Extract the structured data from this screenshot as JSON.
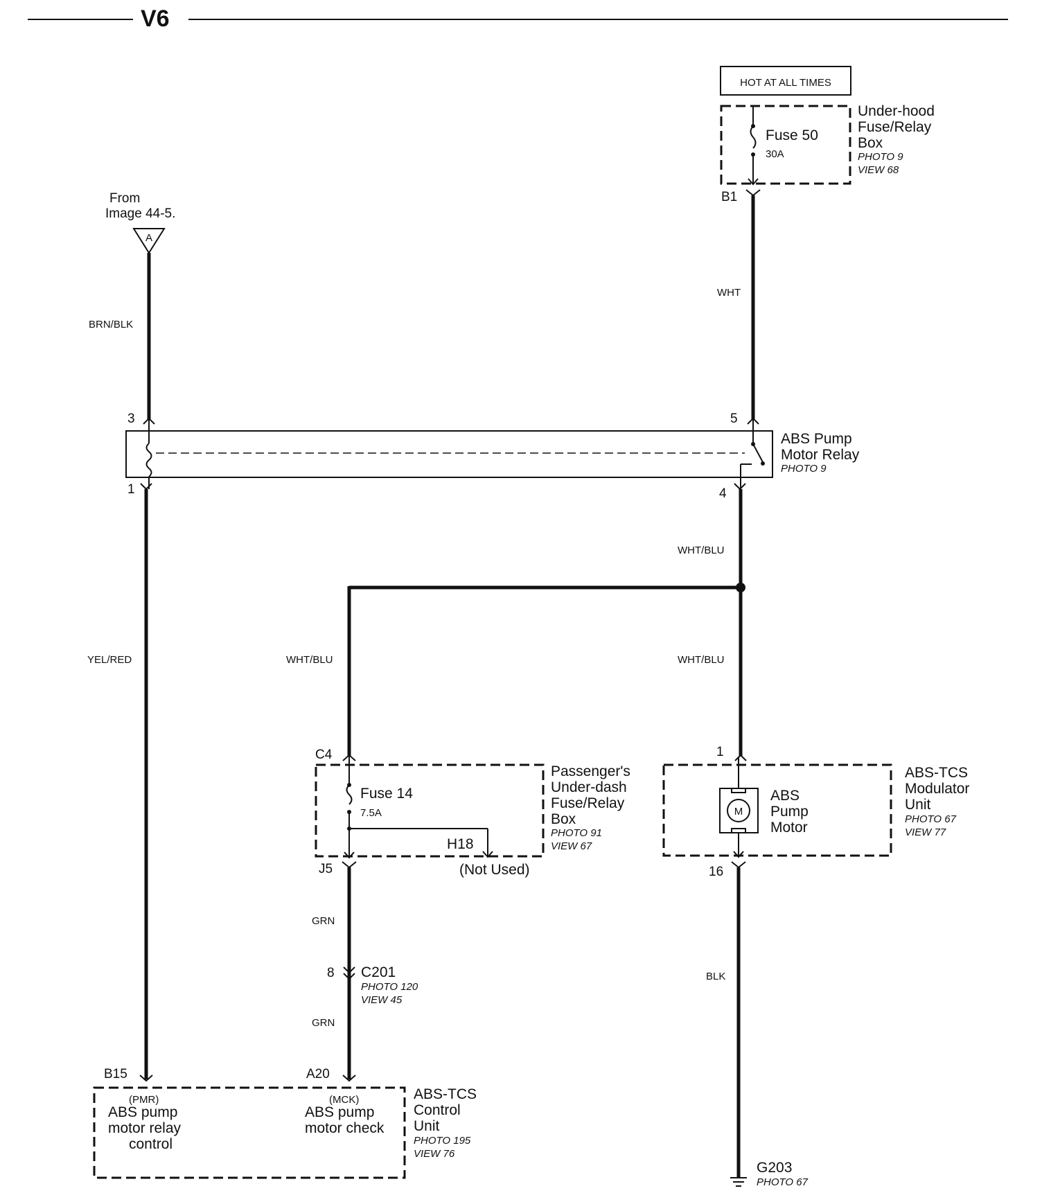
{
  "title": "V6",
  "power_source": {
    "label": "HOT AT ALL TIMES"
  },
  "underhood_box": {
    "fuse_name": "Fuse 50",
    "fuse_rating": "30A",
    "name_lines": [
      "Under-hood",
      "Fuse/Relay",
      "Box"
    ],
    "photo": "PHOTO 9",
    "view": "VIEW 68",
    "terminal": "B1"
  },
  "from_ref": {
    "lines": [
      "From",
      "Image 44-5."
    ],
    "connector": "A"
  },
  "wire_colors": {
    "brn_blk": "BRN/BLK",
    "wht": "WHT",
    "wht_blu": "WHT/BLU",
    "yel_red": "YEL/RED",
    "grn": "GRN",
    "blk": "BLK"
  },
  "relay": {
    "name_lines": [
      "ABS Pump",
      "Motor Relay"
    ],
    "photo": "PHOTO 9",
    "pins": {
      "p3": "3",
      "p5": "5",
      "p1": "1",
      "p4": "4"
    }
  },
  "passenger_box": {
    "fuse_name": "Fuse 14",
    "fuse_rating": "7.5A",
    "internal": "H18",
    "not_used": "(Not Used)",
    "name_lines": [
      "Passenger's",
      "Under-dash",
      "Fuse/Relay",
      "Box"
    ],
    "photo": "PHOTO 91",
    "view": "VIEW 67",
    "terminals": {
      "in": "C4",
      "out": "J5"
    }
  },
  "modulator": {
    "motor_symbol": "M",
    "motor_lines": [
      "ABS",
      "Pump",
      "Motor"
    ],
    "name_lines": [
      "ABS-TCS",
      "Modulator",
      "Unit"
    ],
    "photo": "PHOTO 67",
    "view": "VIEW 77",
    "pins": {
      "in": "1",
      "out": "16"
    }
  },
  "connector_c201": {
    "pin": "8",
    "name": "C201",
    "photo": "PHOTO 120",
    "view": "VIEW 45"
  },
  "control_unit": {
    "pin_b15": "B15",
    "pin_a20": "A20",
    "pmr_code": "(PMR)",
    "pmr_lines": [
      "ABS pump",
      "motor relay",
      "control"
    ],
    "mck_code": "(MCK)",
    "mck_lines": [
      "ABS pump",
      "motor check"
    ],
    "name_lines": [
      "ABS-TCS",
      "Control",
      "Unit"
    ],
    "photo": "PHOTO 195",
    "view": "VIEW 76"
  },
  "ground": {
    "name": "G203",
    "photo": "PHOTO 67"
  }
}
